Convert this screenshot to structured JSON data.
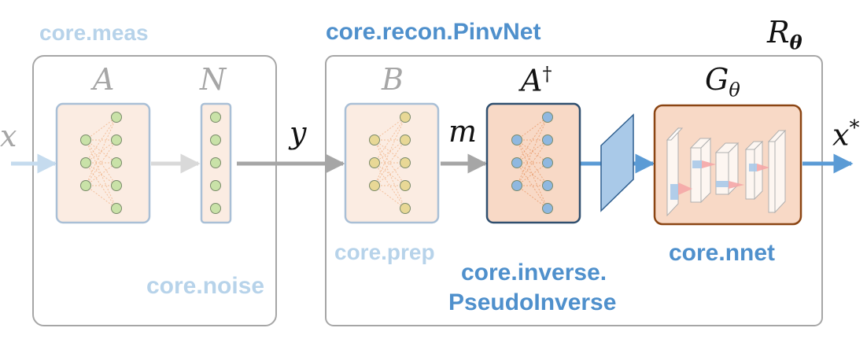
{
  "colors": {
    "faded_blue_text": "#b7d3ea",
    "blue_text": "#4f90cc",
    "frame_gray": "#a6a6a6",
    "math_gray": "#a6a6a6",
    "math_black": "#111111",
    "arrow_gray": "#a6a6a6",
    "arrow_light": "#d9d9d9",
    "arrow_blue": "#5b9bd5",
    "arrow_faded_blue": "#c5dbee",
    "box_faded_fill": "#fbece2",
    "box_fill": "#f8d9c6",
    "box_faded_border": "#a9bfd6",
    "box_dark_border": "#2f4f6f",
    "nnet_border": "#8b4513",
    "node_green": "#c9e2a8",
    "node_yellow": "#e8d896",
    "node_blue": "#8fb8e0",
    "plane_fill": "#a9c9e8"
  },
  "groups": {
    "meas_label": "core.meas",
    "recon_label": "core.recon.PinvNet",
    "recon_symbol": "R",
    "recon_symbol_sub": "θ",
    "noise_label": "core.noise",
    "prep_label": "core.prep",
    "inverse_label_line1": "core.inverse.",
    "inverse_label_line2": "PseudoInverse",
    "nnet_label": "core.nnet"
  },
  "blocks": {
    "A": {
      "symbol": "A",
      "icon": "fully-connected-layer-icon"
    },
    "N": {
      "symbol": "N",
      "icon": "noise-vector-icon"
    },
    "B": {
      "symbol": "B",
      "icon": "fully-connected-layer-icon"
    },
    "Ainv": {
      "symbol": "A",
      "superscript": "†",
      "icon": "fully-connected-layer-icon"
    },
    "G": {
      "symbol": "G",
      "subscript": "θ",
      "icon": "convolutional-network-icon"
    }
  },
  "signals": {
    "x": "x",
    "y": "y",
    "m": "m",
    "xstar": "x",
    "xstar_sup": "*"
  }
}
